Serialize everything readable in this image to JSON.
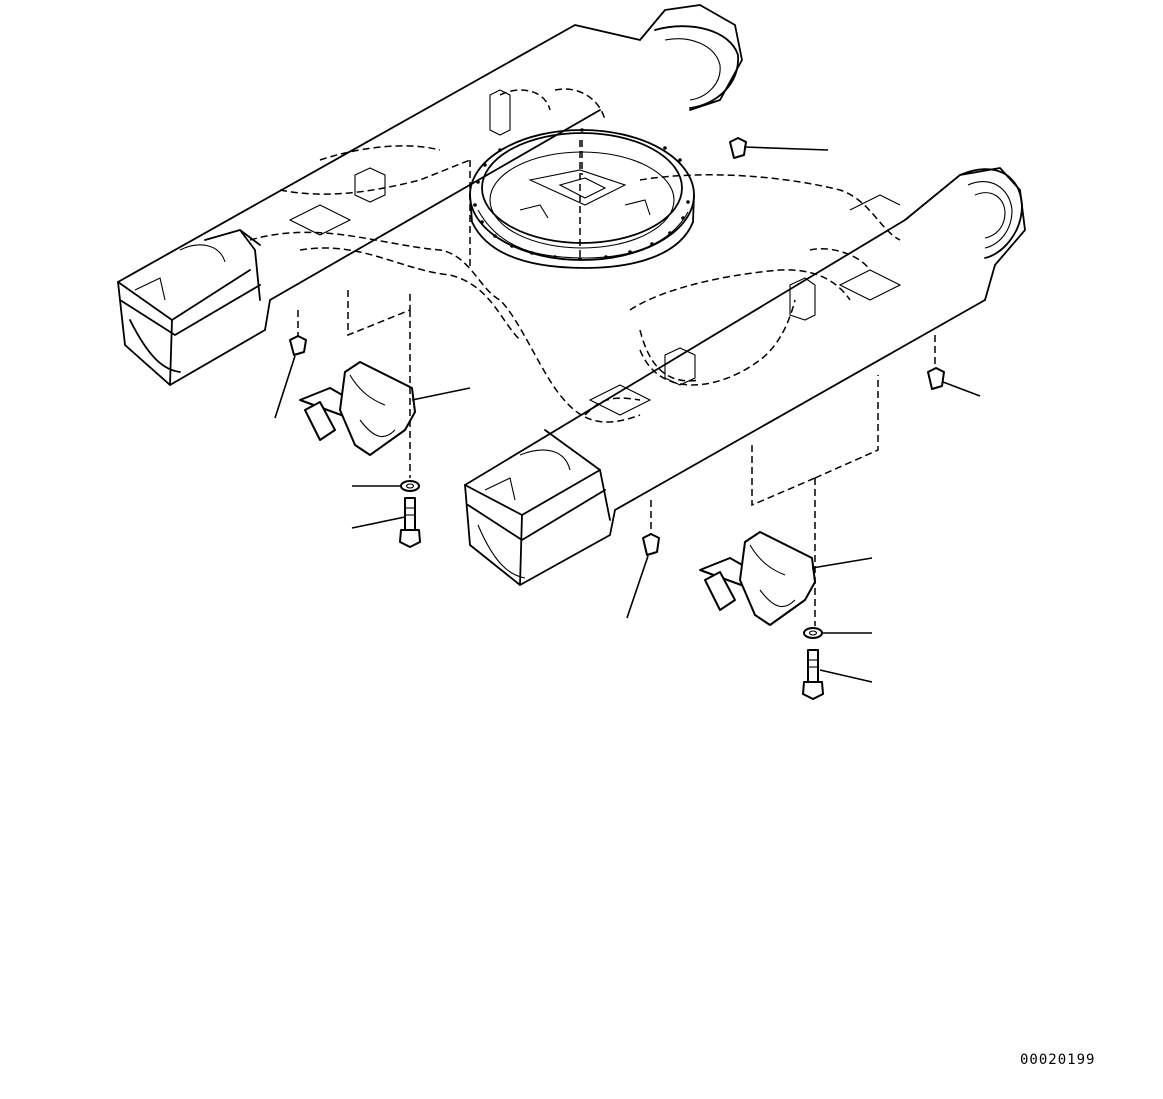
{
  "drawing": {
    "drawing_number": "00020199",
    "parts": [
      {
        "name": "swing-circle",
        "kind": "ring"
      },
      {
        "name": "plug",
        "count": 4
      },
      {
        "name": "track-guard",
        "count": 2
      },
      {
        "name": "washer",
        "count": 2
      },
      {
        "name": "bolt",
        "count": 2
      }
    ]
  }
}
